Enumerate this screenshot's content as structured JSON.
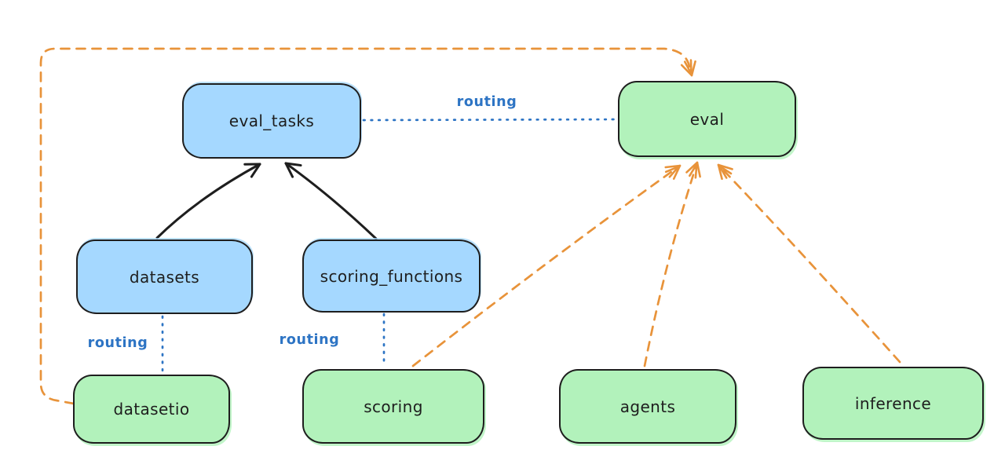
{
  "diagram": {
    "nodes": [
      {
        "id": "eval_tasks",
        "label": "eval_tasks",
        "color": "blue"
      },
      {
        "id": "eval",
        "label": "eval",
        "color": "green"
      },
      {
        "id": "datasets",
        "label": "datasets",
        "color": "blue"
      },
      {
        "id": "scoring_functions",
        "label": "scoring_functions",
        "color": "blue"
      },
      {
        "id": "datasetio",
        "label": "datasetio",
        "color": "green"
      },
      {
        "id": "scoring",
        "label": "scoring",
        "color": "green"
      },
      {
        "id": "agents",
        "label": "agents",
        "color": "green"
      },
      {
        "id": "inference",
        "label": "inference",
        "color": "green"
      }
    ],
    "edges": [
      {
        "from": "datasets",
        "to": "eval_tasks",
        "style": "solid",
        "color": "black",
        "arrow": true
      },
      {
        "from": "scoring_functions",
        "to": "eval_tasks",
        "style": "solid",
        "color": "black",
        "arrow": true
      },
      {
        "from": "eval_tasks",
        "to": "eval",
        "style": "dotted",
        "color": "blue",
        "arrow": false,
        "label": "routing"
      },
      {
        "from": "datasets",
        "to": "datasetio",
        "style": "dotted",
        "color": "blue",
        "arrow": false,
        "label": "routing"
      },
      {
        "from": "scoring_functions",
        "to": "scoring",
        "style": "dotted",
        "color": "blue",
        "arrow": false,
        "label": "routing"
      },
      {
        "from": "datasetio",
        "to": "eval",
        "style": "dashed",
        "color": "orange",
        "arrow": true,
        "route": "around-left-and-top"
      },
      {
        "from": "scoring",
        "to": "eval",
        "style": "dashed",
        "color": "orange",
        "arrow": true
      },
      {
        "from": "agents",
        "to": "eval",
        "style": "dashed",
        "color": "orange",
        "arrow": true
      },
      {
        "from": "inference",
        "to": "eval",
        "style": "dashed",
        "color": "orange",
        "arrow": true
      }
    ],
    "colors": {
      "blue_fill": "#a5d8ff",
      "green_fill": "#b2f2bb",
      "stroke": "#1e1e1e",
      "routing_blue": "#2d74c4",
      "orange": "#e8933a",
      "background": "#ffffff"
    }
  }
}
